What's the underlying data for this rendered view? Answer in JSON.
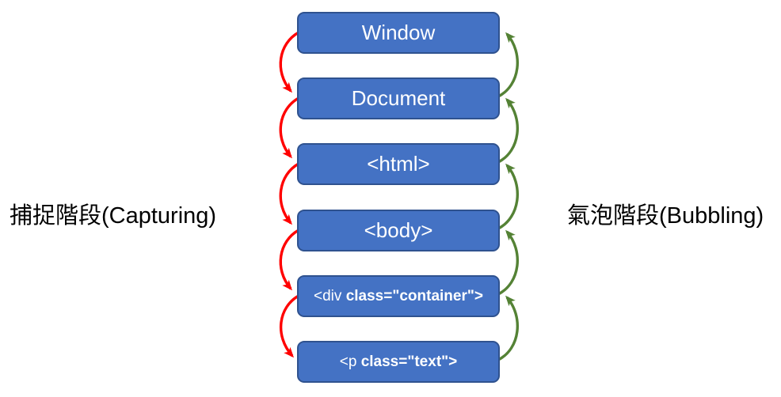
{
  "labels": {
    "capturing": "捕捉階段(Capturing)",
    "bubbling": "氣泡階段(Bubbling)"
  },
  "boxes": [
    {
      "label": "Window"
    },
    {
      "label": "Document"
    },
    {
      "label": "<html>"
    },
    {
      "label": "<body>"
    },
    {
      "pre": "<div ",
      "bold": "class=\"container\">"
    },
    {
      "pre": "<p ",
      "bold": "class=\"text\">"
    }
  ],
  "colors": {
    "box_fill": "#4472C4",
    "box_border": "#2F528F",
    "box_text": "#FFFFFF",
    "capturing_arrow": "#FF0000",
    "bubbling_arrow": "#548235",
    "label_text": "#000000"
  }
}
